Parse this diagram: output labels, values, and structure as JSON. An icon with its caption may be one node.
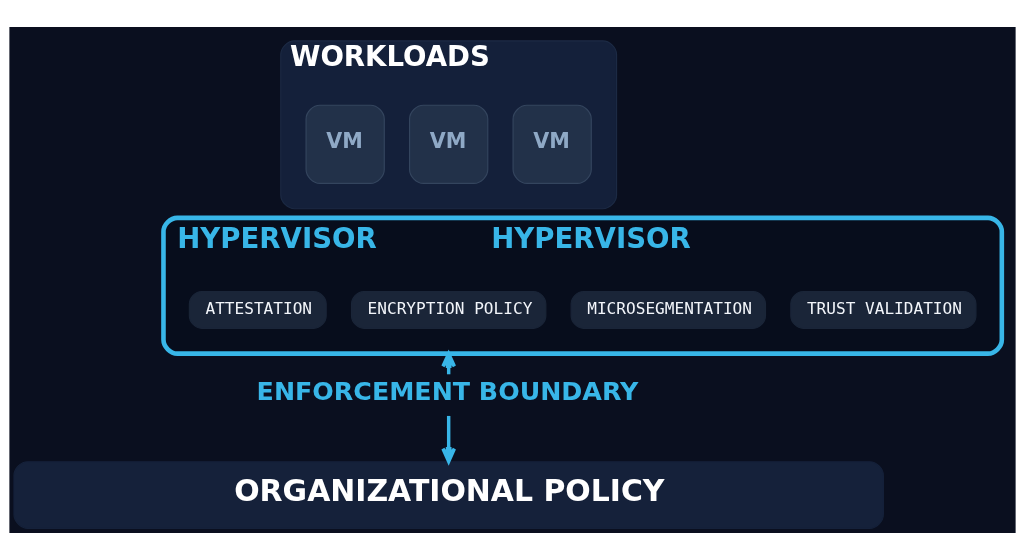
{
  "diagram": {
    "nodes": [
      {
        "text": [
          "WORKLOADS"
        ]
      },
      {
        "text": [
          "VM"
        ],
        "in": 0
      },
      {
        "text": [
          "VM"
        ],
        "in": 0
      },
      {
        "text": [
          "VM"
        ],
        "in": 0
      },
      {
        "text": [
          "HYPERVISOR",
          "HYPERVISOR"
        ]
      },
      {
        "text": [
          "ATTESTATION"
        ],
        "in": 4
      },
      {
        "text": [
          "ENCRYPTION POLICY"
        ],
        "in": 4
      },
      {
        "text": [
          "MICROSEGMENTATION"
        ],
        "in": 4
      },
      {
        "text": [
          "TRUST VALIDATION"
        ],
        "in": 4
      },
      {
        "text": [
          "ENFORCEMENT BOUNDARY"
        ]
      },
      {
        "text": [
          "ORGANIZATIONAL POLICY"
        ]
      }
    ],
    "edges": [
      {
        "from": 9,
        "to": 4,
        "arrow": "to"
      },
      {
        "from": 9,
        "to": 10,
        "arrow": "to"
      }
    ]
  }
}
